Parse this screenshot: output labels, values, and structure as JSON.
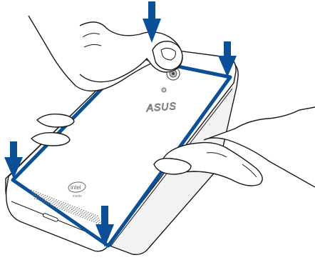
{
  "illustration": {
    "brand_logo": "ASUS",
    "chip_logo": "intel",
    "chip_logo_sub": "inside",
    "arrows": [
      {
        "name": "arrow-top-center"
      },
      {
        "name": "arrow-top-right"
      },
      {
        "name": "arrow-left"
      },
      {
        "name": "arrow-bottom"
      }
    ],
    "colors": {
      "accent_blue": "#0b4f96",
      "outline": "#1a1a1a",
      "phone_body": "#ffffff",
      "hand_fill": "#ffffff",
      "speaker_dots": "#777777"
    }
  }
}
